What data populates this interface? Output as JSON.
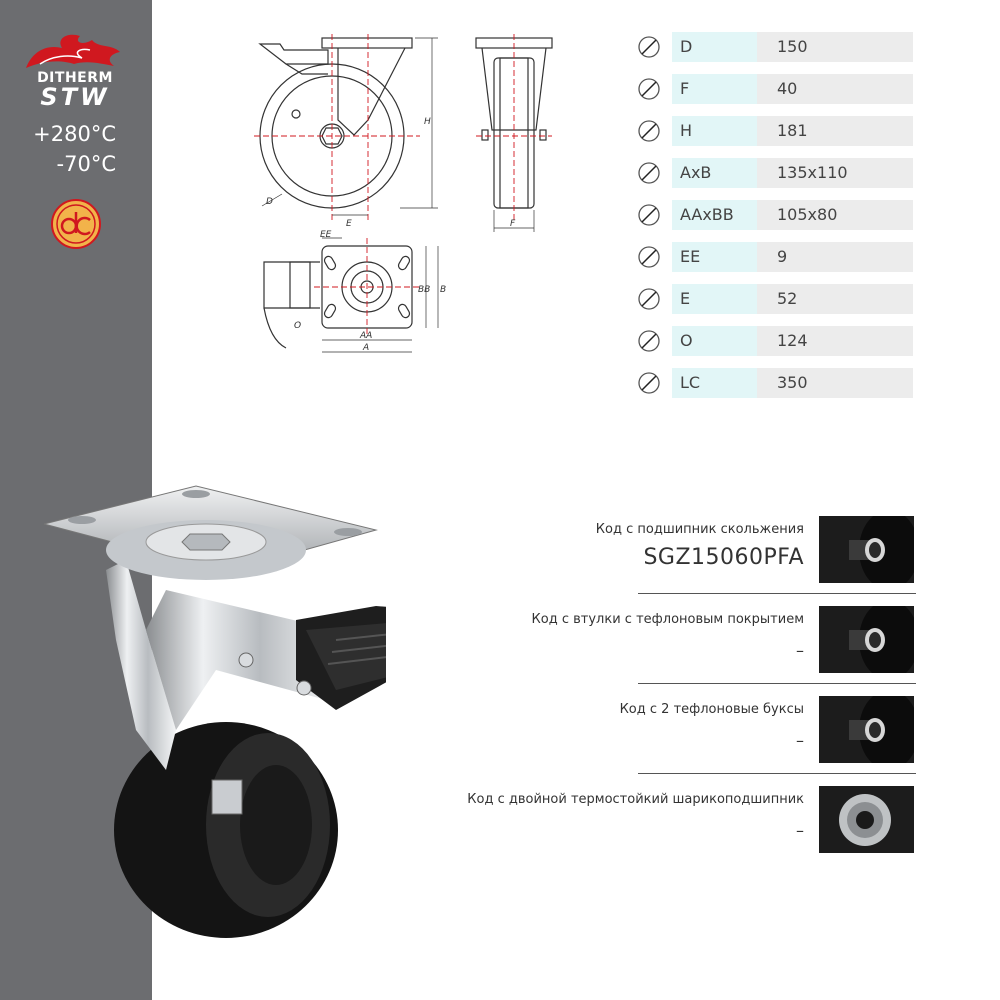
{
  "brand": {
    "name_line1": "DITHERM",
    "name_line2": "STW",
    "temp_max": "+280°C",
    "temp_min": "-70°C",
    "badge_icon": "dc-logo-icon",
    "logo_color": "#d0181f"
  },
  "drawing_labels": {
    "H": "H",
    "D": "D",
    "E": "E",
    "F": "F",
    "EE": "EE",
    "BB": "BB",
    "B": "B",
    "AA": "AA",
    "A": "A",
    "O": "O"
  },
  "specs": [
    {
      "icon": "wheel-diameter-icon",
      "label": "D",
      "value": "150"
    },
    {
      "icon": "wheel-width-icon",
      "label": "F",
      "value": "40"
    },
    {
      "icon": "height-icon",
      "label": "H",
      "value": "181"
    },
    {
      "icon": "plate-size-icon",
      "label": "AxB",
      "value": "135x110"
    },
    {
      "icon": "hole-spacing-icon",
      "label": "AAxBB",
      "value": "105x80"
    },
    {
      "icon": "hole-diameter-icon",
      "label": "EE",
      "value": "9"
    },
    {
      "icon": "offset-icon",
      "label": "E",
      "value": "52"
    },
    {
      "icon": "swivel-radius-icon",
      "label": "O",
      "value": "124"
    },
    {
      "icon": "load-capacity-icon",
      "label": "LC",
      "value": "350"
    }
  ],
  "codes": [
    {
      "label": "Код с подшипник скольжения",
      "value": "SGZ15060PFA",
      "thumb_icon": "plain-bearing-icon"
    },
    {
      "label": "Код с втулки с тефлоновым покрытием",
      "value": "–",
      "thumb_icon": "teflon-sleeve-icon"
    },
    {
      "label": "Код с 2 тефлоновые буксы",
      "value": "–",
      "thumb_icon": "teflon-bushings-icon"
    },
    {
      "label": "Код с двойной термостойкий шарикоподшипник",
      "value": "–",
      "thumb_icon": "ball-bearing-icon"
    }
  ],
  "colors": {
    "sidebar": "#6c6d70",
    "label_bg": "#e2f6f7",
    "value_bg": "#ececec",
    "accent_red": "#d0181f"
  }
}
